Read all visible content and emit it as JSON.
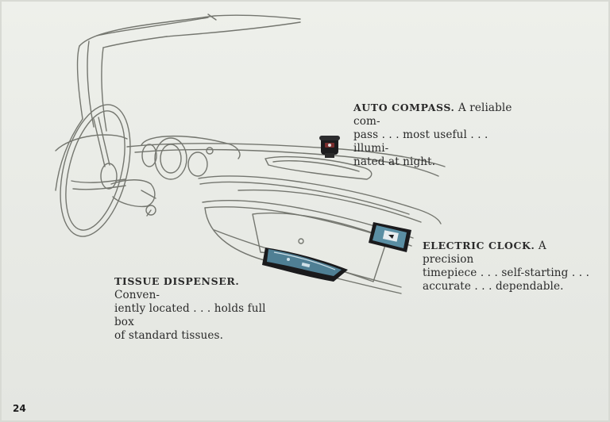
{
  "captions": {
    "compass": {
      "title": "AUTO COMPASS.",
      "lines": [
        " A reliable com-",
        "pass . . . most useful . . . illumi-",
        "nated at night."
      ]
    },
    "clock": {
      "title": "ELECTRIC CLOCK.",
      "lines": [
        " A precision",
        "timepiece . . . self-starting . . .",
        "accurate . . . dependable."
      ]
    },
    "tissue": {
      "title": "TISSUE DISPENSER.",
      "lines": [
        " Conven-",
        "iently located . . . holds full box",
        "of standard tissues."
      ]
    }
  },
  "page_number": "24",
  "colors": {
    "paper": "#eef0eb",
    "line_art": "#6e706a",
    "accessory_blue": "#4f7f94",
    "accessory_dark": "#1c1c1e"
  }
}
